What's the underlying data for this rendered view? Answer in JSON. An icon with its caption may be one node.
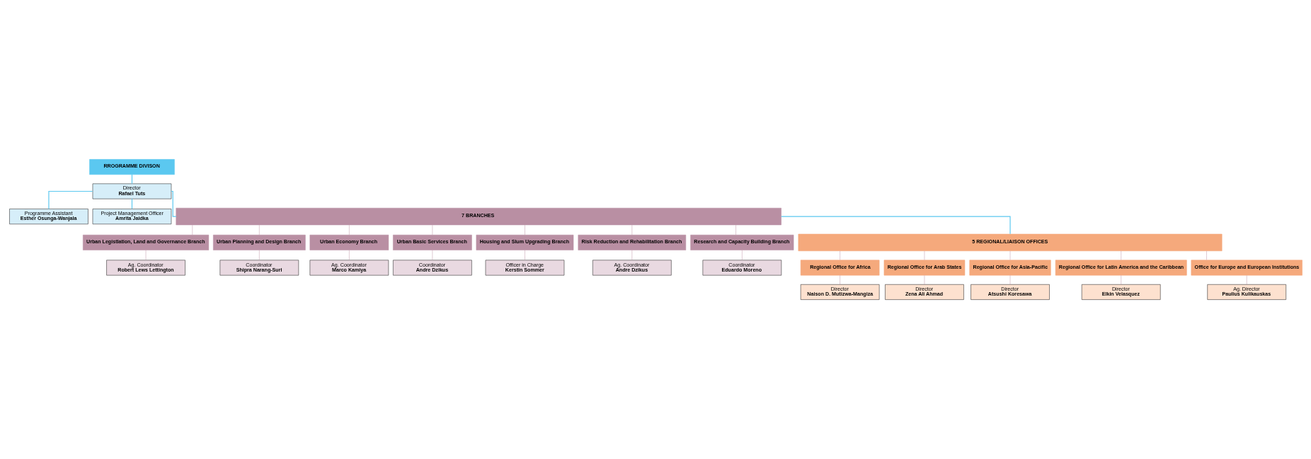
{
  "diagram": {
    "nodes": [
      {
        "text": [
          "RROGRAMME DIVISON"
        ]
      },
      {
        "text": [
          "Director",
          "Rafael Tuts"
        ]
      },
      {
        "text": [
          "Programme Assistant",
          "Esther Osunga-Wanjala"
        ]
      },
      {
        "text": [
          "Project Management Officer",
          "Amrita Jaidka"
        ]
      },
      {
        "text": [
          "7 BRANCHES"
        ]
      },
      {
        "text": [
          "Urban Legistlation, Land and Governance Branch"
        ]
      },
      {
        "text": [
          "Ag. Coordinator",
          "Robert Lews Lettington"
        ]
      },
      {
        "text": [
          "Urban Planning and Design Branch"
        ]
      },
      {
        "text": [
          "Coordinator",
          "Shipra Narang-Suri"
        ]
      },
      {
        "text": [
          "Urban Economy Branch"
        ]
      },
      {
        "text": [
          "Ag. Coordinator",
          "Marco Kamiya"
        ]
      },
      {
        "text": [
          "Urban Basic Services Branch"
        ]
      },
      {
        "text": [
          "Coordinator",
          "Andre Dzikus"
        ]
      },
      {
        "text": [
          "Housing and Slum Upgrading Branch"
        ]
      },
      {
        "text": [
          "Officer in Charge",
          "Kerstin Sommer"
        ]
      },
      {
        "text": [
          "Risk Reduction and Rehabilitation Branch"
        ]
      },
      {
        "text": [
          "Ag. Coordinator",
          "Andre Dzikus"
        ]
      },
      {
        "text": [
          "Research and Capacity Building Branch"
        ]
      },
      {
        "text": [
          "Coordinator",
          "Eduardo Moreno"
        ]
      },
      {
        "text": [
          "5 REGIONAL/LIAISON OFFICES"
        ]
      },
      {
        "text": [
          "Regional Office for Africa"
        ]
      },
      {
        "text": [
          "Director",
          "Naison D. Mutizwa-Mangiza"
        ]
      },
      {
        "text": [
          "Regional Office for Arab States"
        ]
      },
      {
        "text": [
          "Director",
          "Zena Ali Ahmad"
        ]
      },
      {
        "text": [
          "Regional Office for Asia-Pacific"
        ]
      },
      {
        "text": [
          "Director",
          "Atsushi Koresawa"
        ]
      },
      {
        "text": [
          "Regional Office for Latin America and the Caribbean"
        ]
      },
      {
        "text": [
          "Director",
          "Elkin Velasquez"
        ]
      },
      {
        "text": [
          "Office for Europe and European Institutions"
        ]
      },
      {
        "text": [
          "Ag. Director",
          "Paulius Kulikauskas"
        ]
      }
    ],
    "edges": [
      {
        "from": 0,
        "to": 1,
        "arrow": "none",
        "color": "#5bc8f0"
      },
      {
        "from": 1,
        "to": 2,
        "arrow": "none",
        "color": "#5bc8f0"
      },
      {
        "from": 1,
        "to": 3,
        "arrow": "none",
        "color": "#5bc8f0"
      },
      {
        "from": 1,
        "to": 4,
        "arrow": "none",
        "color": "#5bc8f0"
      },
      {
        "from": 4,
        "to": 5,
        "arrow": "none"
      },
      {
        "from": 5,
        "to": 6,
        "arrow": "none"
      },
      {
        "from": 4,
        "to": 7,
        "arrow": "none"
      },
      {
        "from": 7,
        "to": 8,
        "arrow": "none"
      },
      {
        "from": 4,
        "to": 9,
        "arrow": "none"
      },
      {
        "from": 9,
        "to": 10,
        "arrow": "none"
      },
      {
        "from": 4,
        "to": 11,
        "arrow": "none"
      },
      {
        "from": 11,
        "to": 12,
        "arrow": "none"
      },
      {
        "from": 4,
        "to": 13,
        "arrow": "none"
      },
      {
        "from": 13,
        "to": 14,
        "arrow": "none"
      },
      {
        "from": 4,
        "to": 15,
        "arrow": "none"
      },
      {
        "from": 15,
        "to": 16,
        "arrow": "none"
      },
      {
        "from": 4,
        "to": 17,
        "arrow": "none"
      },
      {
        "from": 17,
        "to": 18,
        "arrow": "none"
      },
      {
        "from": 4,
        "to": 19,
        "arrow": "none",
        "color": "#5bc8f0"
      },
      {
        "from": 19,
        "to": 20,
        "arrow": "none"
      },
      {
        "from": 20,
        "to": 21,
        "arrow": "none"
      },
      {
        "from": 19,
        "to": 22,
        "arrow": "none"
      },
      {
        "from": 22,
        "to": 23,
        "arrow": "none"
      },
      {
        "from": 19,
        "to": 24,
        "arrow": "none"
      },
      {
        "from": 24,
        "to": 25,
        "arrow": "none"
      },
      {
        "from": 19,
        "to": 26,
        "arrow": "none"
      },
      {
        "from": 26,
        "to": 27,
        "arrow": "none"
      },
      {
        "from": 19,
        "to": 28,
        "arrow": "none"
      },
      {
        "from": 28,
        "to": 29,
        "arrow": "none"
      }
    ]
  }
}
